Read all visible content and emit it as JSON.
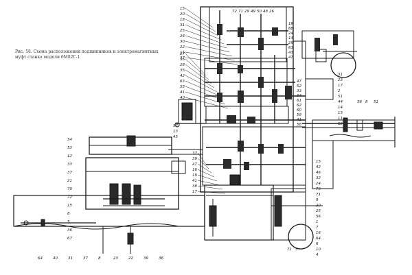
{
  "caption": "Рис. 58. Схема расположения подшипников и электромагнитных муфт станка модели 6М82Г-1",
  "colors": {
    "ink": "#1a1a1a",
    "paper": "#ffffff",
    "fill": "#2a2a2a"
  },
  "callouts": {
    "top_column": [
      "15",
      "20",
      "18",
      "31",
      "25",
      "26",
      "30",
      "22",
      "11",
      "37"
    ],
    "top_spindle_block": [
      "72",
      "71",
      "29",
      "49",
      "50",
      "48",
      "26"
    ],
    "right_top_block": [
      "19",
      "68",
      "24",
      "14",
      "29",
      "63",
      "43",
      "47"
    ],
    "left_gearbox": [
      "27",
      "36",
      "28",
      "35",
      "42",
      "63",
      "55",
      "41",
      "40"
    ],
    "right_gearbox": [
      "47",
      "52",
      "33",
      "34",
      "61",
      "62",
      "60",
      "59",
      "41",
      "58"
    ],
    "right_shaft": [
      "58",
      "8",
      "51"
    ],
    "left_motor": [
      "57",
      "13",
      "45"
    ],
    "middle_section": [
      "37",
      "39",
      "47",
      "16",
      "19",
      "41",
      "38",
      "17"
    ],
    "table": [
      "54",
      "53",
      "12",
      "33",
      "37",
      "21",
      "70",
      "72",
      "15",
      "8",
      "5",
      "36",
      "67"
    ],
    "lower_left": [
      "64",
      "40",
      "31",
      "37",
      "8",
      "23",
      "22",
      "39",
      "36"
    ],
    "lower_right": [
      "15",
      "42",
      "46",
      "32",
      "24",
      "73",
      "71",
      "9",
      "20",
      "25",
      "56",
      "1",
      "7",
      "16",
      "64",
      "6",
      "10",
      "4"
    ],
    "bottom_right": [
      "71",
      "3"
    ],
    "right_side_column": [
      "31",
      "23",
      "17",
      "2",
      "51",
      "44",
      "14",
      "13",
      "11",
      "12"
    ]
  }
}
